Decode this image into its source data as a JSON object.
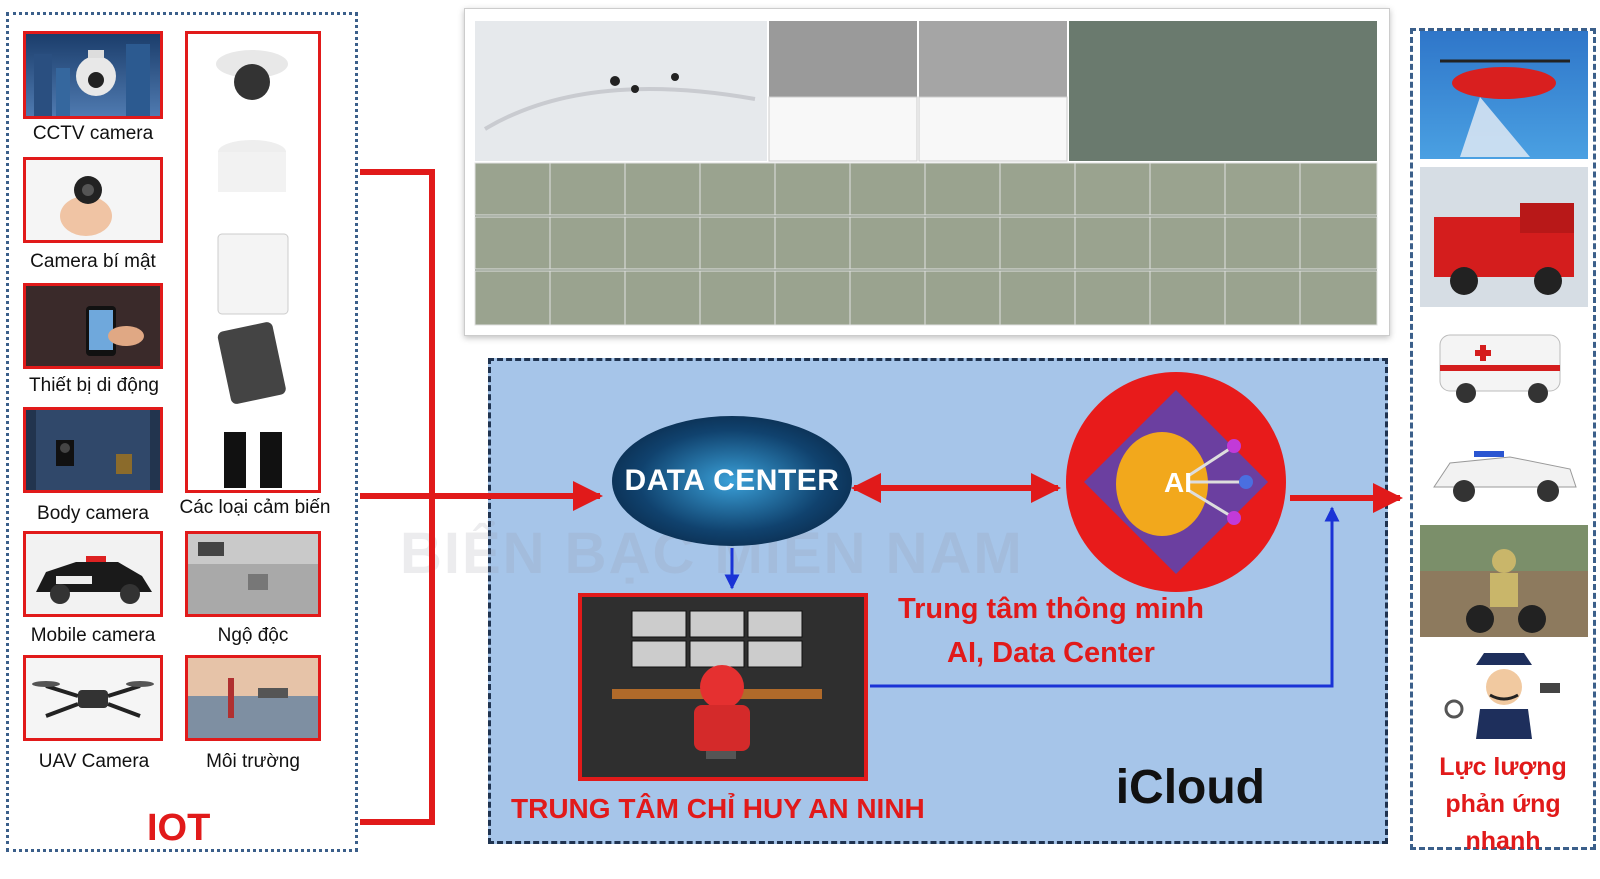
{
  "iot": {
    "title": "IOT",
    "devices": [
      {
        "label": "CCTV camera",
        "icon": "cctv-camera-icon"
      },
      {
        "label": "Camera bí mật",
        "icon": "hidden-camera-icon"
      },
      {
        "label": "Thiết bị di động",
        "icon": "mobile-device-icon"
      },
      {
        "label": "Body camera",
        "icon": "body-camera-icon"
      },
      {
        "label": "Mobile camera",
        "icon": "police-car-camera-icon"
      },
      {
        "label": "UAV Camera",
        "icon": "drone-icon"
      }
    ],
    "sensors_label": "Các loại cảm biến",
    "flood_label": "Ngộ độc",
    "environment_label": "Môi trường"
  },
  "cloud": {
    "title": "iCloud",
    "data_center_label": "DATA CENTER",
    "ai_label": "AI",
    "smart_center": [
      "Trung tâm thông minh",
      "AI, Data Center"
    ],
    "command_center": "TRUNG TÂM CHỈ HUY AN NINH"
  },
  "response": {
    "title": [
      "Lực lượng",
      "phản ứng",
      "nhanh"
    ],
    "units": [
      "rescue-helicopter-icon",
      "fire-truck-icon",
      "ambulance-icon",
      "police-pickup-icon",
      "traffic-police-motorbike-icon",
      "police-officer-icon"
    ]
  },
  "watermark": "BIỂN BẠC MIỀN NAM",
  "colors": {
    "accent_red": "#e11a1a",
    "link_blue": "#1a33d6",
    "cloud_bg": "#a6c5e9",
    "panel_border": "#3b5f8a"
  }
}
